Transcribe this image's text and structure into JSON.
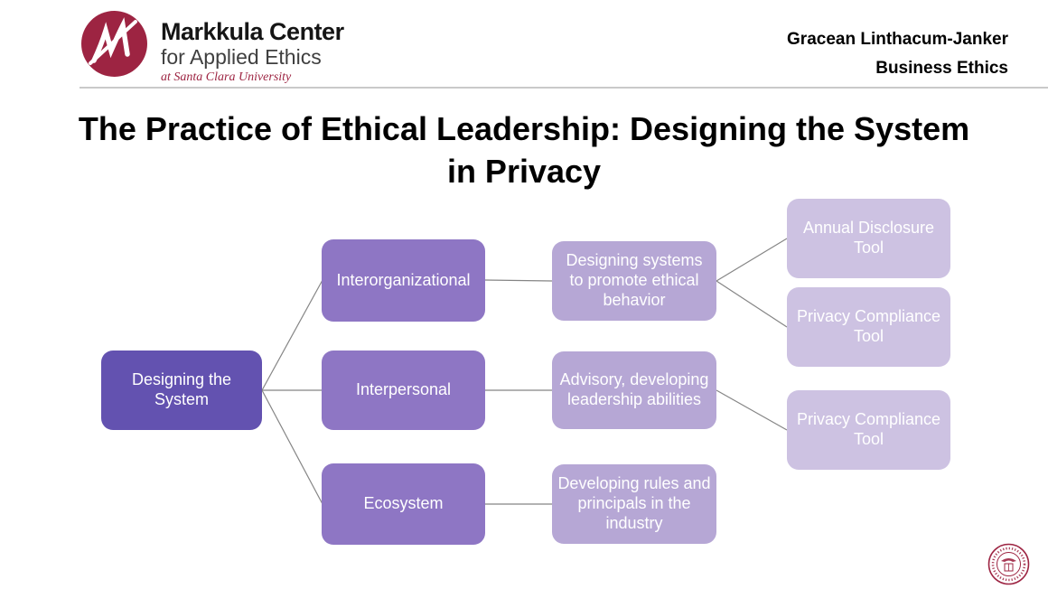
{
  "header": {
    "logo": {
      "monogram": "M",
      "line1": "Markkula Center",
      "line2": "for Applied Ethics",
      "line3": "at Santa Clara University",
      "brand_color": "#9d2442"
    },
    "author": "Gracean Linthacum-Janker",
    "course": "Business Ethics"
  },
  "slide": {
    "title": "The Practice of Ethical Leadership: Designing the System in Privacy"
  },
  "diagram": {
    "colors": {
      "level1": "#6352b0",
      "level2": "#8e76c4",
      "level3": "#b6a7d5",
      "level4": "#cdc2e2",
      "connector": "#858585",
      "node_text": "#ffffff"
    },
    "nodes": {
      "root": {
        "label": "Designing the System",
        "level": 1
      },
      "interorganizational": {
        "label": "Interorganizational",
        "level": 2
      },
      "interpersonal": {
        "label": "Interpersonal",
        "level": 2
      },
      "ecosystem": {
        "label": "Ecosystem",
        "level": 2
      },
      "designing_systems": {
        "label": "Designing systems to promote ethical behavior",
        "level": 3
      },
      "advisory": {
        "label": "Advisory, developing leadership abilities",
        "level": 3
      },
      "developing_rules": {
        "label": "Developing rules and principals in the industry",
        "level": 3
      },
      "annual_disclosure": {
        "label": "Annual Disclosure Tool",
        "level": 4
      },
      "privacy_compliance_1": {
        "label": "Privacy Compliance Tool",
        "level": 4
      },
      "privacy_compliance_2": {
        "label": "Privacy Compliance Tool",
        "level": 4
      }
    },
    "edges": [
      {
        "from": "root",
        "to": "interorganizational"
      },
      {
        "from": "root",
        "to": "interpersonal"
      },
      {
        "from": "root",
        "to": "ecosystem"
      },
      {
        "from": "interorganizational",
        "to": "designing_systems"
      },
      {
        "from": "interpersonal",
        "to": "advisory"
      },
      {
        "from": "ecosystem",
        "to": "developing_rules"
      },
      {
        "from": "designing_systems",
        "to": "annual_disclosure"
      },
      {
        "from": "designing_systems",
        "to": "privacy_compliance_1"
      },
      {
        "from": "advisory",
        "to": "privacy_compliance_2"
      }
    ]
  },
  "footer": {
    "seal_icon": "santa-clara-university-seal",
    "seal_color": "#9d2442"
  }
}
